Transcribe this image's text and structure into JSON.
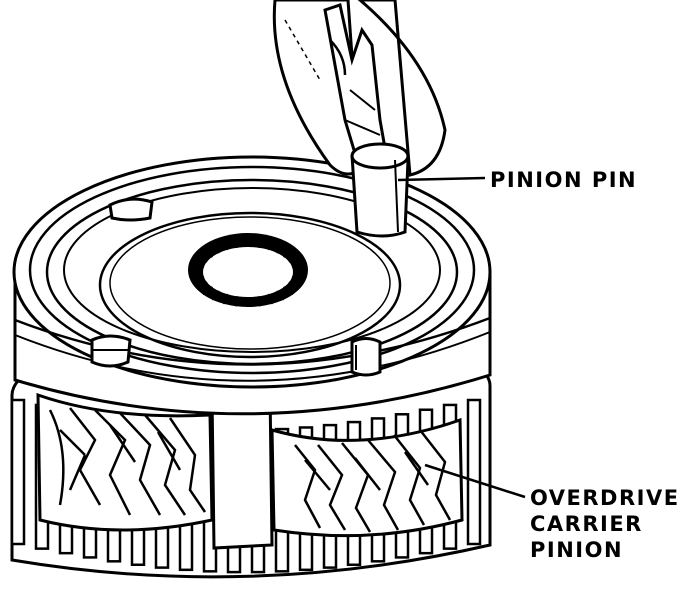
{
  "labels": {
    "pinion_pin": "PINION PIN",
    "overdrive_line1": "OVERDRIVE",
    "overdrive_line2": "CARRIER",
    "overdrive_line3": "PINION"
  },
  "colors": {
    "ink": "#000000",
    "paper": "#ffffff"
  }
}
